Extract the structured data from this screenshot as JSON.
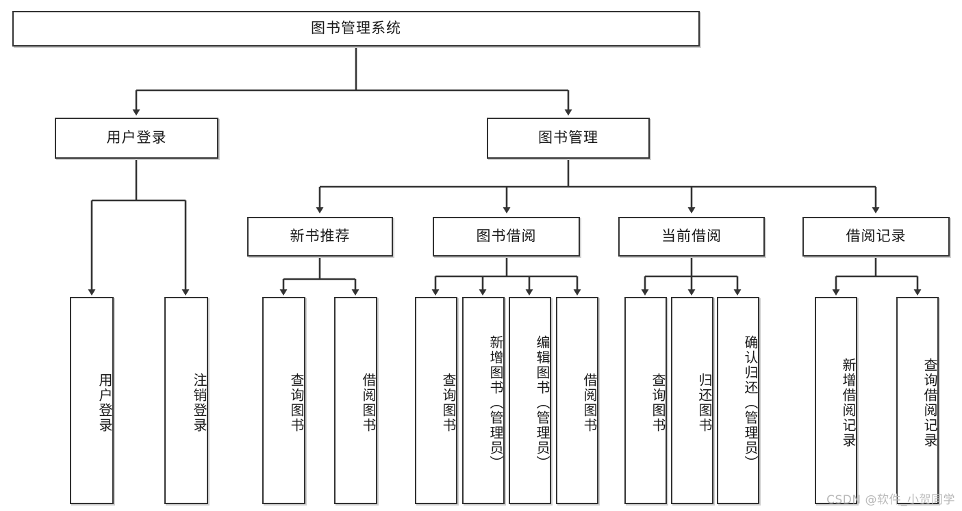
{
  "diagram": {
    "title": "图书管理系统",
    "type": "tree",
    "root": {
      "label": "图书管理系统"
    },
    "level2": [
      {
        "label": "用户登录"
      },
      {
        "label": "图书管理"
      }
    ],
    "level3": [
      {
        "label": "新书推荐"
      },
      {
        "label": "图书借阅"
      },
      {
        "label": "当前借阅"
      },
      {
        "label": "借阅记录"
      }
    ],
    "leaves": {
      "user_login": [
        {
          "label": "用户登录"
        },
        {
          "label": "注销登录"
        }
      ],
      "new_book_recommend": [
        {
          "label": "查询图书"
        },
        {
          "label": "借阅图书"
        }
      ],
      "book_borrow": [
        {
          "label": "查询图书"
        },
        {
          "label": "新增图书（管理员）"
        },
        {
          "label": "编辑图书（管理员）"
        },
        {
          "label": "借阅图书"
        }
      ],
      "current_borrow": [
        {
          "label": "查询图书"
        },
        {
          "label": "归还图书"
        },
        {
          "label": "确认归还（管理员）"
        }
      ],
      "borrow_record": [
        {
          "label": "新增借阅记录"
        },
        {
          "label": "查询借阅记录"
        }
      ]
    }
  },
  "watermark": {
    "text": "CSDN @软件_小贺同学"
  },
  "colors": {
    "border": "#333333",
    "shadow": "#cfcfcf",
    "background": "#ffffff",
    "text": "#1a1a1a",
    "watermark": "#b9b9b9"
  }
}
